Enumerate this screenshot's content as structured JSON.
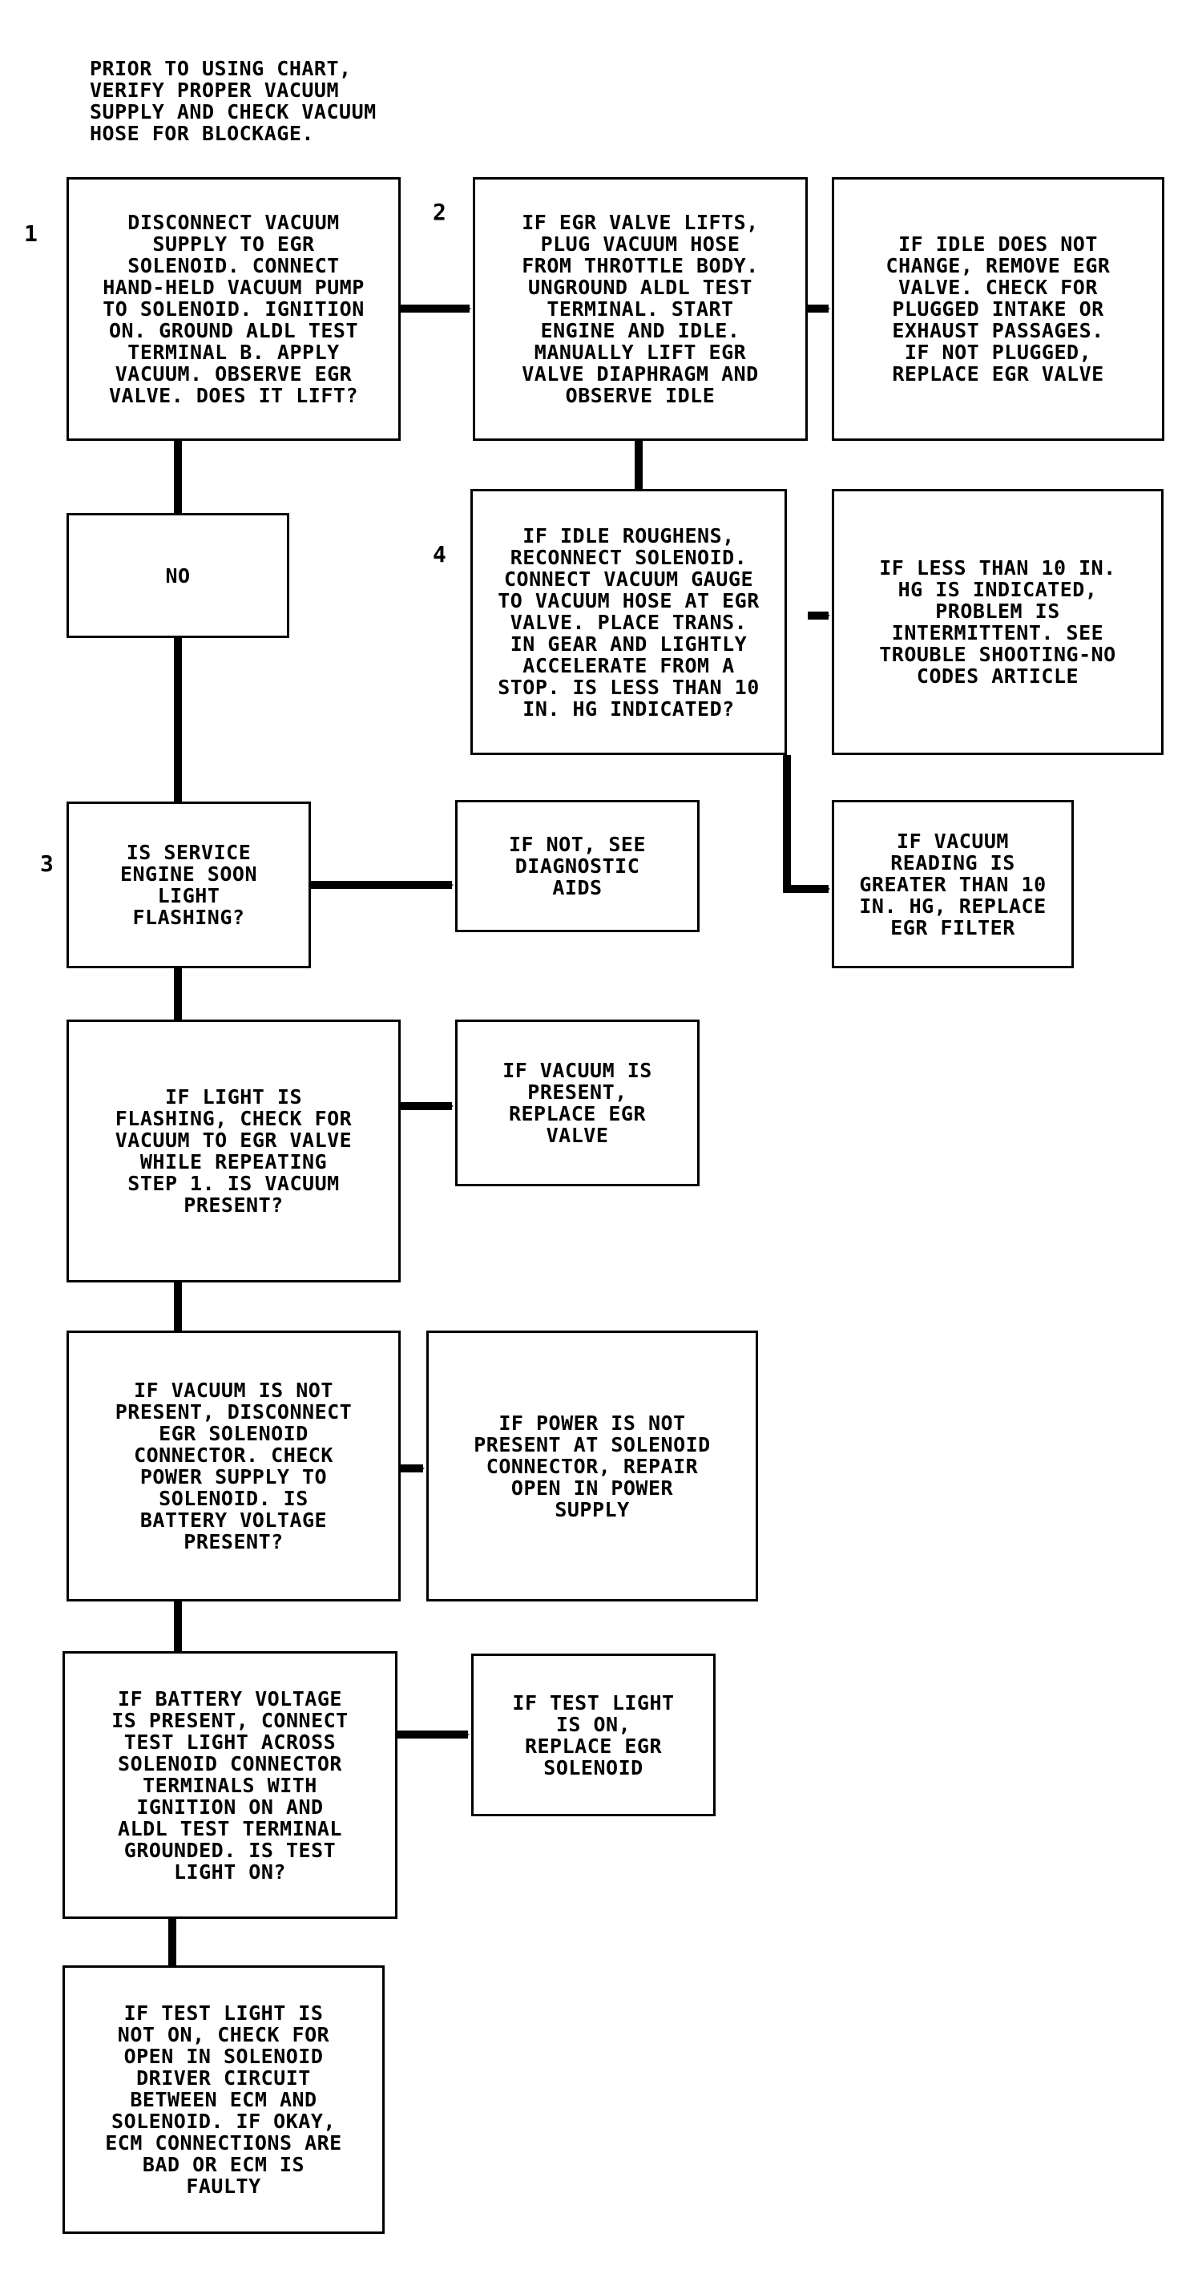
{
  "intro_note": "PRIOR TO USING CHART,\nVERIFY PROPER VACUUM\nSUPPLY AND CHECK VACUUM\nHOSE FOR BLOCKAGE.",
  "steps": {
    "s1": "1",
    "s2": "2",
    "s3": "3",
    "s4": "4"
  },
  "boxes": {
    "b1": "DISCONNECT VACUUM\nSUPPLY TO EGR\nSOLENOID. CONNECT\nHAND-HELD VACUUM PUMP\nTO SOLENOID. IGNITION\nON. GROUND ALDL TEST\nTERMINAL B. APPLY\nVACUUM. OBSERVE EGR\nVALVE. DOES IT LIFT?",
    "b2": "IF EGR VALVE LIFTS,\nPLUG VACUUM HOSE\nFROM THROTTLE BODY.\nUNGROUND ALDL TEST\nTERMINAL. START\nENGINE AND IDLE.\nMANUALLY LIFT EGR\nVALVE DIAPHRAGM AND\nOBSERVE IDLE",
    "b3": "IF IDLE DOES NOT\nCHANGE, REMOVE EGR\nVALVE. CHECK FOR\nPLUGGED INTAKE OR\nEXHAUST PASSAGES.\nIF NOT PLUGGED,\nREPLACE EGR VALVE",
    "no": "NO",
    "b4": "IF IDLE ROUGHENS,\nRECONNECT SOLENOID.\nCONNECT VACUUM GAUGE\nTO VACUUM HOSE AT EGR\nVALVE. PLACE TRANS.\nIN GEAR AND LIGHTLY\nACCELERATE FROM A\nSTOP. IS LESS THAN 10\nIN. HG INDICATED?",
    "b5": "IF LESS THAN 10 IN.\nHG IS INDICATED,\nPROBLEM IS\nINTERMITTENT. SEE\nTROUBLE SHOOTING-NO\nCODES ARTICLE",
    "b6": "IS SERVICE\nENGINE SOON\nLIGHT\nFLASHING?",
    "b7": "IF NOT, SEE\nDIAGNOSTIC\nAIDS",
    "b8": "IF VACUUM\nREADING IS\nGREATER THAN 10\nIN. HG, REPLACE\nEGR FILTER",
    "b9": "IF LIGHT IS\nFLASHING, CHECK FOR\nVACUUM TO EGR VALVE\nWHILE REPEATING\nSTEP 1. IS VACUUM\nPRESENT?",
    "b10": "IF VACUUM IS\nPRESENT,\nREPLACE EGR\nVALVE",
    "b11": "IF VACUUM IS NOT\nPRESENT, DISCONNECT\nEGR SOLENOID\nCONNECTOR. CHECK\nPOWER SUPPLY TO\nSOLENOID. IS\nBATTERY VOLTAGE\nPRESENT?",
    "b12": "IF POWER IS NOT\nPRESENT AT SOLENOID\nCONNECTOR, REPAIR\nOPEN IN POWER\nSUPPLY",
    "b13": "IF BATTERY VOLTAGE\nIS PRESENT, CONNECT\nTEST LIGHT ACROSS\nSOLENOID CONNECTOR\nTERMINALS WITH\nIGNITION ON AND\nALDL TEST TERMINAL\nGROUNDED. IS TEST\nLIGHT ON?",
    "b14": "IF TEST LIGHT\nIS ON,\nREPLACE EGR\nSOLENOID",
    "b15": "IF TEST LIGHT IS\nNOT ON, CHECK FOR\nOPEN IN SOLENOID\nDRIVER CIRCUIT\nBETWEEN ECM AND\nSOLENOID. IF OKAY,\nECM CONNECTIONS ARE\nBAD OR ECM IS\nFAULTY"
  }
}
